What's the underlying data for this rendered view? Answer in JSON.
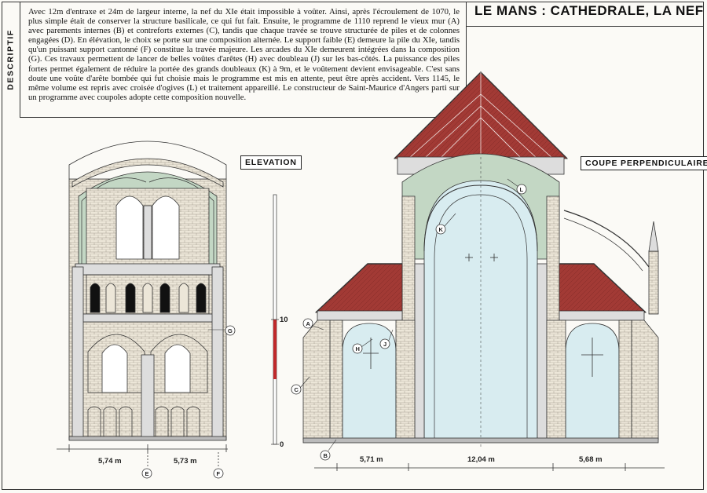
{
  "sidebar_label": "DESCRIPTIF",
  "title": "LE MANS : CATHEDRALE, LA NEF",
  "description": "Avec 12m d'entraxe et 24m de largeur interne, la nef du XIe était impossible à voûter. Ainsi, après l'écroulement de 1070, le plus simple était de conserver la structure basilicale, ce qui fut fait. Ensuite, le programme de 1110 reprend le vieux mur (A) avec parements internes (B) et contreforts externes (C), tandis que chaque travée se trouve structurée de piles et de colonnes engagées (D). En élévation, le choix se porte sur une composition alternée. Le support faible (E) demeure la pile du XIe, tandis qu'un puissant support cantonné (F) constitue la travée majeure. Les arcades du XIe demeurent intégrées dans la composition (G). Ces travaux permettent de lancer de belles voûtes d'arêtes (H) avec doubleau (J) sur les bas-côtés. La puissance des piles fortes permet également de réduire la portée des grands doubleaux (K) à 9m, et le voûtement devient envisageable. C'est sans doute une voûte d'arête bombée qui fut choisie mais le programme est mis en attente, peut être après accident. Vers 1145, le même volume est repris avec croisée d'ogives (L) et traitement appareillé. Le constructeur de Saint-Maurice d'Angers parti sur un programme avec coupoles adopte cette composition nouvelle.",
  "elevation": {
    "label": "ELEVATION",
    "dimensions": [
      "5,74 m",
      "5,73 m"
    ],
    "markers": {
      "E": "E",
      "F": "F",
      "G": "G"
    }
  },
  "scale": {
    "ten": "10",
    "zero": "0"
  },
  "section": {
    "label": "COUPE PERPENDICULAIRE",
    "dimensions": [
      "5,71 m",
      "12,04 m",
      "5,68 m"
    ],
    "markers": {
      "A": "A",
      "B": "B",
      "C": "C",
      "H": "H",
      "J": "J",
      "K": "K",
      "L": "L"
    }
  },
  "colors": {
    "roof_red": "#a23a35",
    "vault_green": "#c3d7c4",
    "sky_blue": "#d8ecf0",
    "stone": "#ece6d8",
    "line": "#333333"
  }
}
